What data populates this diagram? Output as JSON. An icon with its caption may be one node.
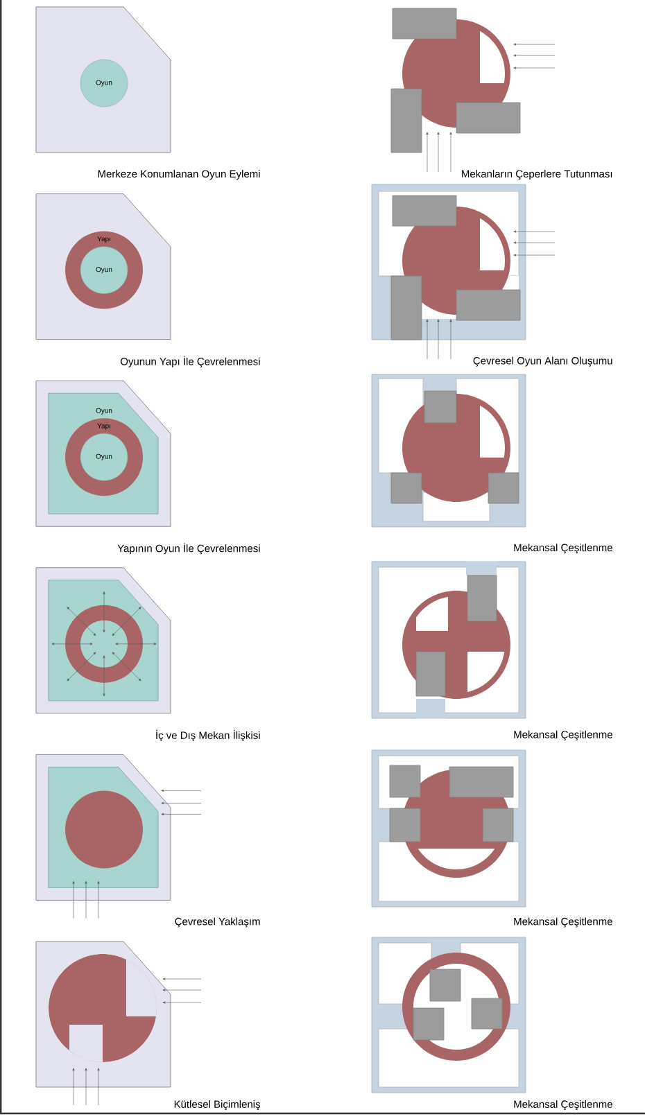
{
  "diagram": {
    "nodes": [
      {
        "text": [
          "Oyun"
        ]
      },
      {
        "text": [
          "Yapı"
        ]
      },
      {
        "text": [
          "Oyun"
        ],
        "in": 1
      },
      {
        "text": [
          "Oyun"
        ]
      },
      {
        "text": [
          "Yapı"
        ],
        "in": 3
      },
      {
        "text": [
          "Oyun"
        ],
        "in": 4
      }
    ],
    "labels": [
      "Merkeze Konumlanan Oyun Eylemi",
      "Mekanların Çeperlere Tutunması",
      "Oyunun Yapı İle Çevrelenmesi",
      "Çevresel Oyun Alanı Oluşumu",
      "Yapının Oyun İle Çevrelenmesi",
      "Mekansal Çeşitlenme",
      "İç ve Dış Mekan İlişkisi",
      "Mekansal Çeşitlenme",
      "Çevresel Yaklaşım",
      "Mekansal Çeşitlenme",
      "Kütlesel Biçimleniş",
      "Mekansal Çeşitlenme"
    ]
  }
}
